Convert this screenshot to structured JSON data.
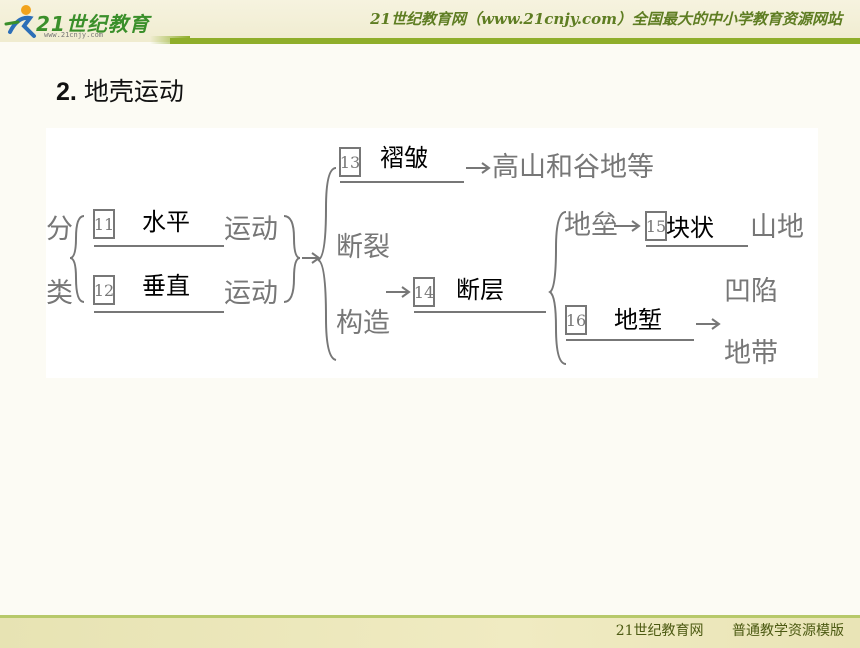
{
  "header": {
    "logo_text": "21世纪教育",
    "logo_url": "www.21cnjy.com",
    "tagline": "21世纪教育网（www.21cnjy.com）全国最大的中小学教育资源网站"
  },
  "heading": {
    "number": "2.",
    "title": "地壳运动"
  },
  "diagram": {
    "left_labels": {
      "fen": "分",
      "lei": "类"
    },
    "boxes": [
      "11",
      "12",
      "13",
      "14",
      "15",
      "16"
    ],
    "yundong": "运动",
    "duanlie": "断裂",
    "gouzao": "构造",
    "gaoshan": "高山和谷地等",
    "dilei": "地垒",
    "shandi": "山地",
    "aoxian": "凹陷",
    "didai": "地带",
    "answers": {
      "a11": "水平",
      "a12": "垂直",
      "a13": "褶皱",
      "a14": "断层",
      "a15": "块状",
      "a16": "地堑"
    }
  },
  "footer": {
    "site": "21世纪教育网",
    "template": "普通教学资源模版"
  }
}
